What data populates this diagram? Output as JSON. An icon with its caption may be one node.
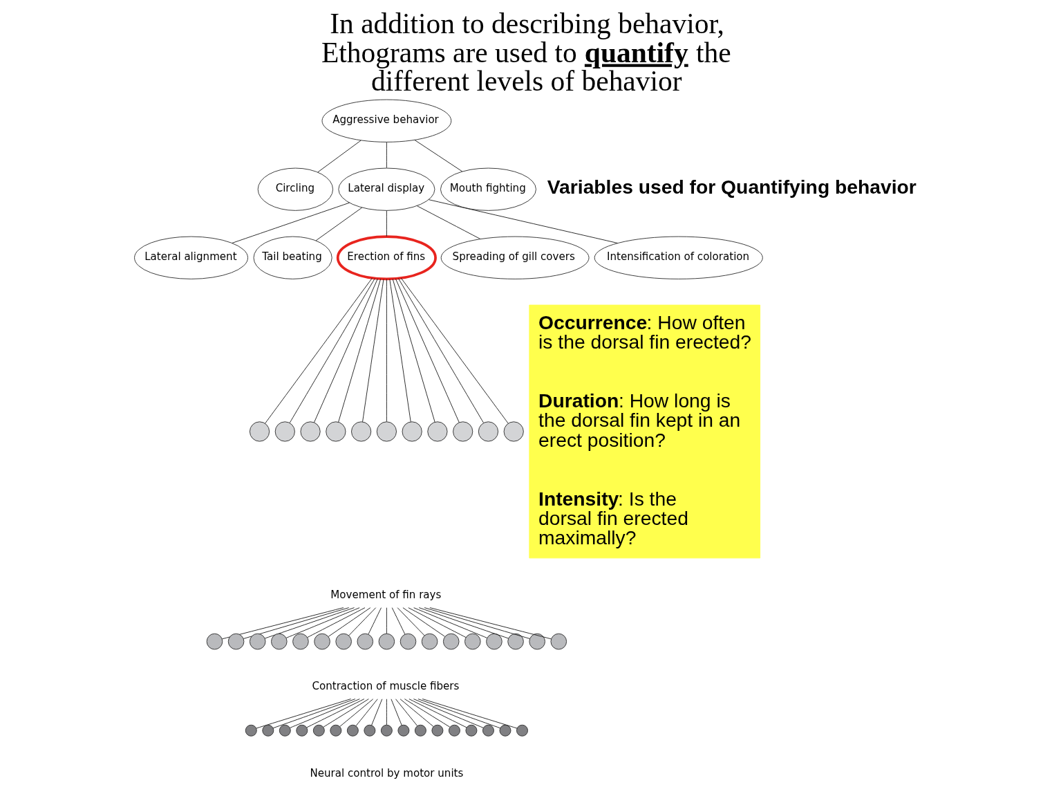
{
  "diagram": {
    "title": "In addition to describing behavior, Ethograms are used to **quantify** the different levels of behavior",
    "nodes": [
      {
        "text": [
          "Aggressive behavior"
        ]
      },
      {
        "text": [
          "Circling"
        ]
      },
      {
        "text": [
          "Lateral display"
        ]
      },
      {
        "text": [
          "Mouth fighting"
        ]
      },
      {
        "text": [
          "Lateral alignment"
        ]
      },
      {
        "text": [
          "Tail beating"
        ]
      },
      {
        "text": [
          "Erection of fins"
        ]
      },
      {
        "text": [
          "Spreading of gill covers"
        ]
      },
      {
        "text": [
          "Intensification of coloration"
        ]
      },
      {
        "text": [],
        "shape": "circle"
      },
      {
        "text": [],
        "shape": "circle"
      },
      {
        "text": [],
        "shape": "circle"
      },
      {
        "text": [],
        "shape": "circle"
      },
      {
        "text": [],
        "shape": "circle"
      },
      {
        "text": [],
        "shape": "circle"
      },
      {
        "text": [],
        "shape": "circle"
      },
      {
        "text": [],
        "shape": "circle"
      },
      {
        "text": [],
        "shape": "circle"
      },
      {
        "text": [],
        "shape": "circle"
      },
      {
        "text": [],
        "shape": "circle"
      },
      {
        "text": [
          "Movement of fin rays"
        ]
      },
      {
        "text": [],
        "shape": "circle"
      },
      {
        "text": [],
        "shape": "circle"
      },
      {
        "text": [],
        "shape": "circle"
      },
      {
        "text": [],
        "shape": "circle"
      },
      {
        "text": [],
        "shape": "circle"
      },
      {
        "text": [],
        "shape": "circle"
      },
      {
        "text": [],
        "shape": "circle"
      },
      {
        "text": [],
        "shape": "circle"
      },
      {
        "text": [],
        "shape": "circle"
      },
      {
        "text": [],
        "shape": "circle"
      },
      {
        "text": [],
        "shape": "circle"
      },
      {
        "text": [],
        "shape": "circle"
      },
      {
        "text": [],
        "shape": "circle"
      },
      {
        "text": [],
        "shape": "circle"
      },
      {
        "text": [],
        "shape": "circle"
      },
      {
        "text": [],
        "shape": "circle"
      },
      {
        "text": [],
        "shape": "circle"
      },
      {
        "text": [
          "Contraction of muscle fibers"
        ]
      },
      {
        "text": [],
        "shape": "circle"
      },
      {
        "text": [],
        "shape": "circle"
      },
      {
        "text": [],
        "shape": "circle"
      },
      {
        "text": [],
        "shape": "circle"
      },
      {
        "text": [],
        "shape": "circle"
      },
      {
        "text": [],
        "shape": "circle"
      },
      {
        "text": [],
        "shape": "circle"
      },
      {
        "text": [],
        "shape": "circle"
      },
      {
        "text": [],
        "shape": "circle"
      },
      {
        "text": [],
        "shape": "circle"
      },
      {
        "text": [],
        "shape": "circle"
      },
      {
        "text": [],
        "shape": "circle"
      },
      {
        "text": [],
        "shape": "circle"
      },
      {
        "text": [],
        "shape": "circle"
      },
      {
        "text": [],
        "shape": "circle"
      },
      {
        "text": [],
        "shape": "circle"
      },
      {
        "text": [],
        "shape": "circle"
      },
      {
        "text": [
          "**Occurrence**: How often is the dorsal fin erected?",
          "**Duration**: How long is the dorsal fin kept in an erect position?",
          "**Intensity**: Is the dorsal fin erected maximally?"
        ]
      }
    ],
    "edges": [
      {
        "from": 0,
        "to": 1,
        "arrow": "none"
      },
      {
        "from": 0,
        "to": 2,
        "arrow": "none"
      },
      {
        "from": 0,
        "to": 3,
        "arrow": "none"
      },
      {
        "from": 2,
        "to": 4,
        "arrow": "none"
      },
      {
        "from": 2,
        "to": 5,
        "arrow": "none"
      },
      {
        "from": 2,
        "to": 6,
        "arrow": "none"
      },
      {
        "from": 2,
        "to": 7,
        "arrow": "none"
      },
      {
        "from": 2,
        "to": 8,
        "arrow": "none"
      },
      {
        "from": 6,
        "to": 9,
        "arrow": "none"
      },
      {
        "from": 6,
        "to": 10,
        "arrow": "none"
      },
      {
        "from": 6,
        "to": 11,
        "arrow": "none"
      },
      {
        "from": 6,
        "to": 12,
        "arrow": "none"
      },
      {
        "from": 6,
        "to": 13,
        "arrow": "none"
      },
      {
        "from": 6,
        "to": 14,
        "arrow": "none"
      },
      {
        "from": 6,
        "to": 15,
        "arrow": "none"
      },
      {
        "from": 6,
        "to": 16,
        "arrow": "none"
      },
      {
        "from": 6,
        "to": 17,
        "arrow": "none"
      },
      {
        "from": 6,
        "to": 18,
        "arrow": "none"
      },
      {
        "from": 6,
        "to": 19,
        "arrow": "none"
      },
      {
        "from": 20,
        "to": 21,
        "arrow": "none"
      },
      {
        "from": 20,
        "to": 22,
        "arrow": "none"
      },
      {
        "from": 20,
        "to": 23,
        "arrow": "none"
      },
      {
        "from": 20,
        "to": 24,
        "arrow": "none"
      },
      {
        "from": 20,
        "to": 25,
        "arrow": "none"
      },
      {
        "from": 20,
        "to": 26,
        "arrow": "none"
      },
      {
        "from": 20,
        "to": 27,
        "arrow": "none"
      },
      {
        "from": 20,
        "to": 28,
        "arrow": "none"
      },
      {
        "from": 20,
        "to": 29,
        "arrow": "none"
      },
      {
        "from": 20,
        "to": 30,
        "arrow": "none"
      },
      {
        "from": 20,
        "to": 31,
        "arrow": "none"
      },
      {
        "from": 20,
        "to": 32,
        "arrow": "none"
      },
      {
        "from": 20,
        "to": 33,
        "arrow": "none"
      },
      {
        "from": 20,
        "to": 34,
        "arrow": "none"
      },
      {
        "from": 20,
        "to": 35,
        "arrow": "none"
      },
      {
        "from": 20,
        "to": 36,
        "arrow": "none"
      },
      {
        "from": 20,
        "to": 37,
        "arrow": "none"
      },
      {
        "from": 38,
        "to": 39,
        "arrow": "none"
      },
      {
        "from": 38,
        "to": 40,
        "arrow": "none"
      },
      {
        "from": 38,
        "to": 41,
        "arrow": "none"
      },
      {
        "from": 38,
        "to": 42,
        "arrow": "none"
      },
      {
        "from": 38,
        "to": 43,
        "arrow": "none"
      },
      {
        "from": 38,
        "to": 44,
        "arrow": "none"
      },
      {
        "from": 38,
        "to": 45,
        "arrow": "none"
      },
      {
        "from": 38,
        "to": 46,
        "arrow": "none"
      },
      {
        "from": 38,
        "to": 47,
        "arrow": "none"
      },
      {
        "from": 38,
        "to": 48,
        "arrow": "none"
      },
      {
        "from": 38,
        "to": 49,
        "arrow": "none"
      },
      {
        "from": 38,
        "to": 50,
        "arrow": "none"
      },
      {
        "from": 38,
        "to": 51,
        "arrow": "none"
      },
      {
        "from": 38,
        "to": 52,
        "arrow": "none"
      },
      {
        "from": 38,
        "to": 53,
        "arrow": "none"
      },
      {
        "from": 38,
        "to": 54,
        "arrow": "none"
      },
      {
        "from": 38,
        "to": 55,
        "arrow": "none"
      }
    ],
    "labels": [
      "Variables used for Quantifying behavior",
      "Neural control by motor units"
    ]
  }
}
